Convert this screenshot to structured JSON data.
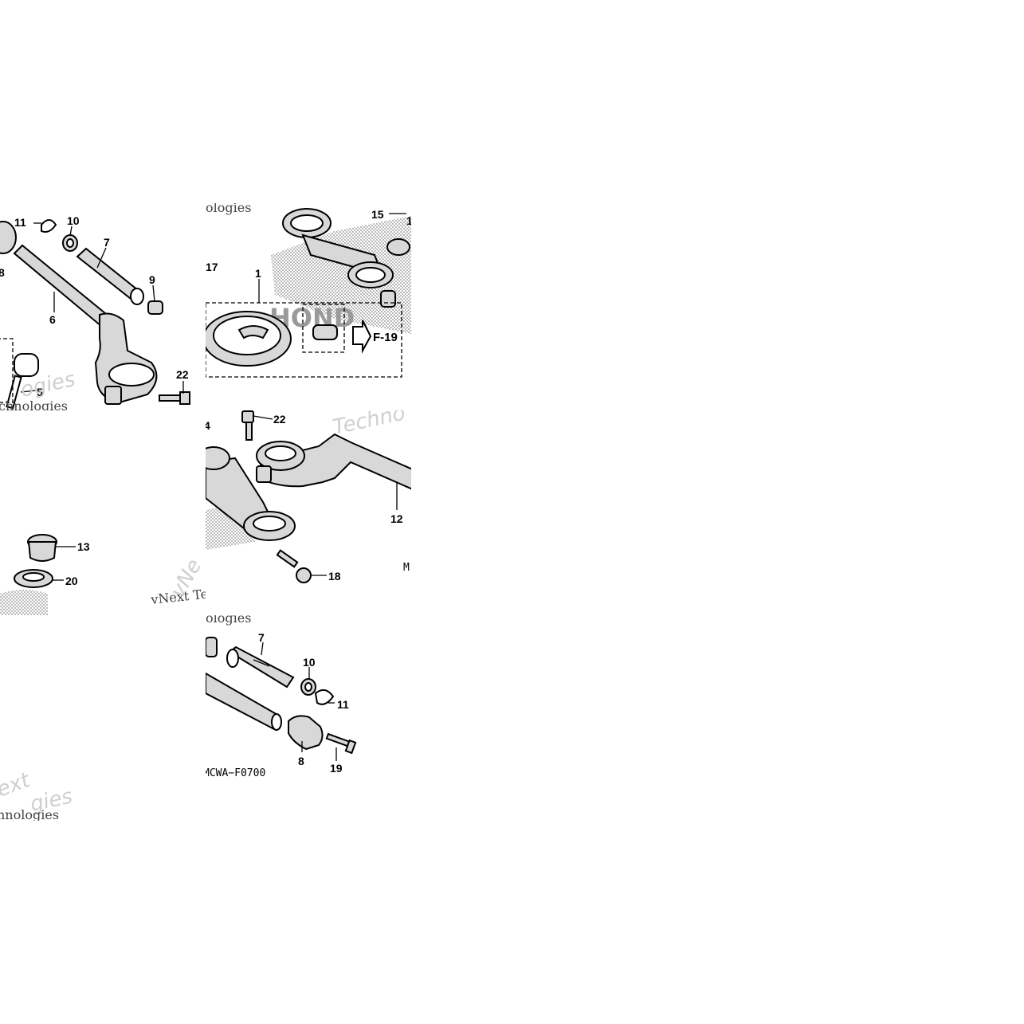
{
  "callouts": {
    "p11a": "11",
    "p10a": "10",
    "p7a": "7",
    "p9": "9",
    "p8a": "8",
    "p6": "6",
    "p5": "5",
    "p22a": "22",
    "p17": "17",
    "p1": "1",
    "p15": "15",
    "p1r": "1",
    "f19": "F-19",
    "p22b": "22",
    "p4": "4",
    "p12": "12",
    "p18": "18",
    "p13": "13",
    "p20": "20",
    "p7b": "7",
    "p10b": "10",
    "p11b": "11",
    "p8b": "8",
    "p19": "19"
  },
  "diagram_code": "MCWA−F0700",
  "m_partial": "M",
  "watermarks": {
    "w1": "ologies",
    "w2": "chnologies",
    "w3": "vNext Tec",
    "w4": "ologies",
    "w5": "ext",
    "w6": "hnologies",
    "w7": "Techno",
    "w8": "vNe",
    "w9": "ogies",
    "w10": "gies",
    "w11": "HOND"
  },
  "colors": {
    "line": "#000000",
    "shade": "#d8d8d8",
    "background": "#ffffff"
  }
}
